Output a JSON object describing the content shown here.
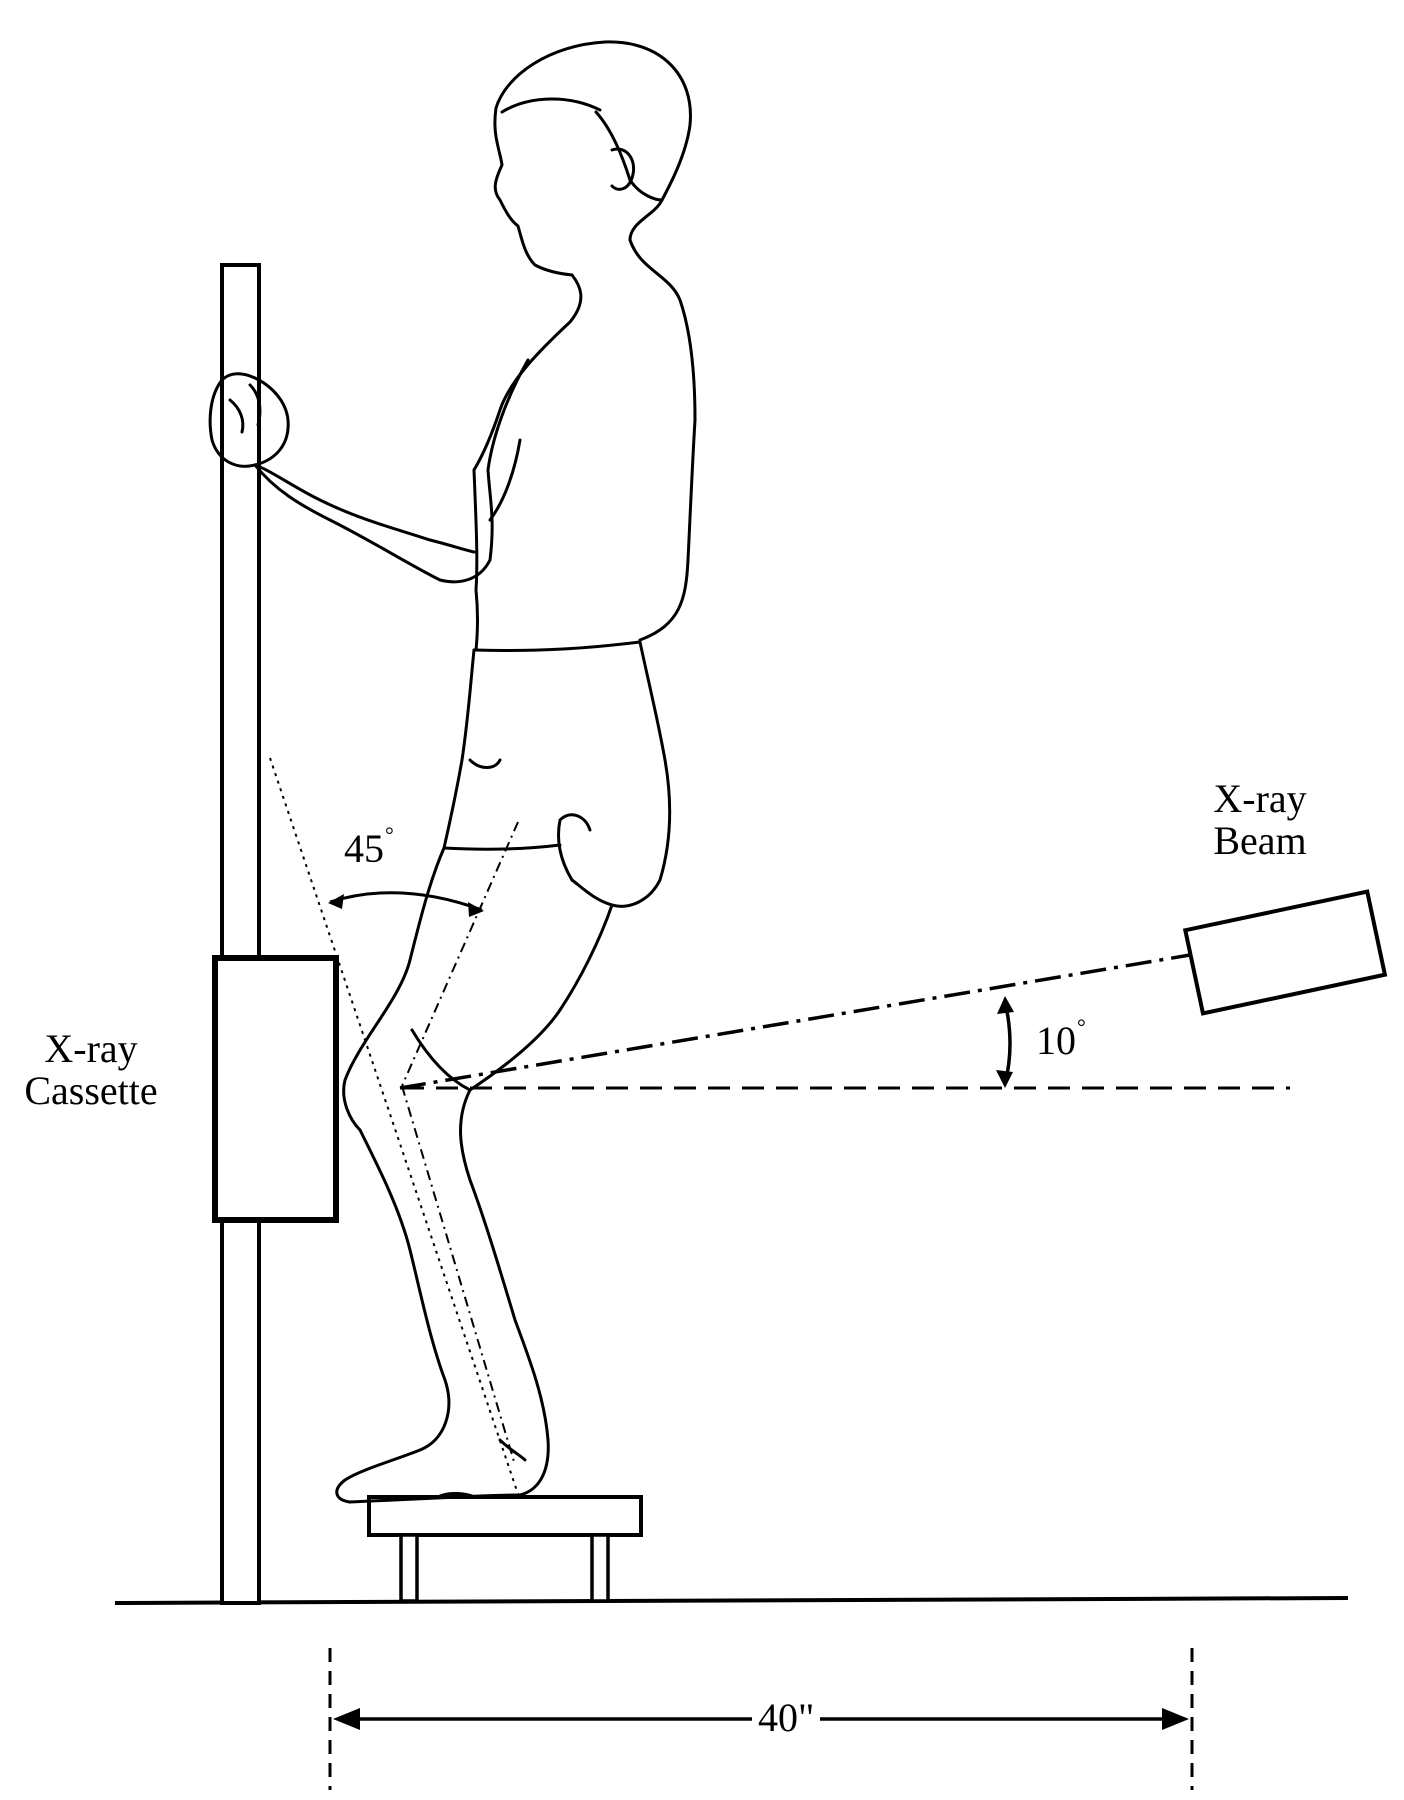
{
  "labels": {
    "cassette": [
      "X-ray",
      "Cassette"
    ],
    "beam": [
      "X-ray",
      "Beam"
    ],
    "knee_angle": "45",
    "beam_angle": "10",
    "degree_symbol": "°",
    "distance": "40\""
  },
  "colors": {
    "ink": "#000000",
    "background": "#ffffff"
  }
}
